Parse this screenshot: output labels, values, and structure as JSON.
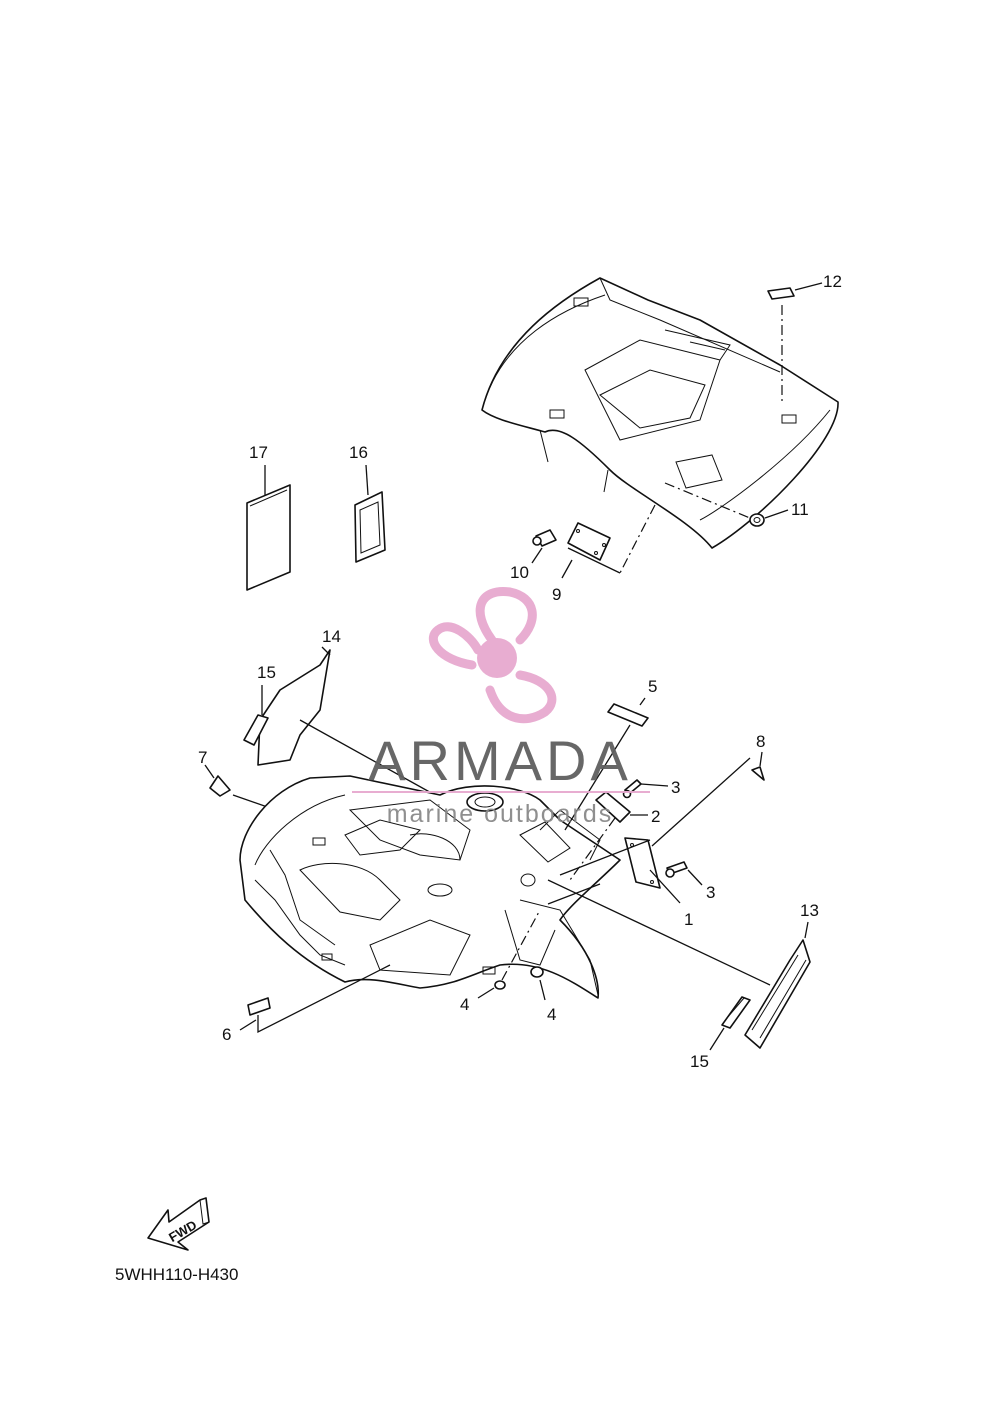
{
  "diagram": {
    "code": "5WHH110-H430",
    "fwd_label": "FWD",
    "callouts": [
      "1",
      "2",
      "3",
      "3",
      "4",
      "4",
      "5",
      "6",
      "7",
      "8",
      "9",
      "10",
      "11",
      "12",
      "13",
      "14",
      "15",
      "15",
      "16",
      "17"
    ]
  },
  "watermark": {
    "brand": "ARMADA",
    "tagline": "marine outboards",
    "colors": {
      "logo": "#e7a9cf",
      "text": "#5f5f5f"
    }
  }
}
